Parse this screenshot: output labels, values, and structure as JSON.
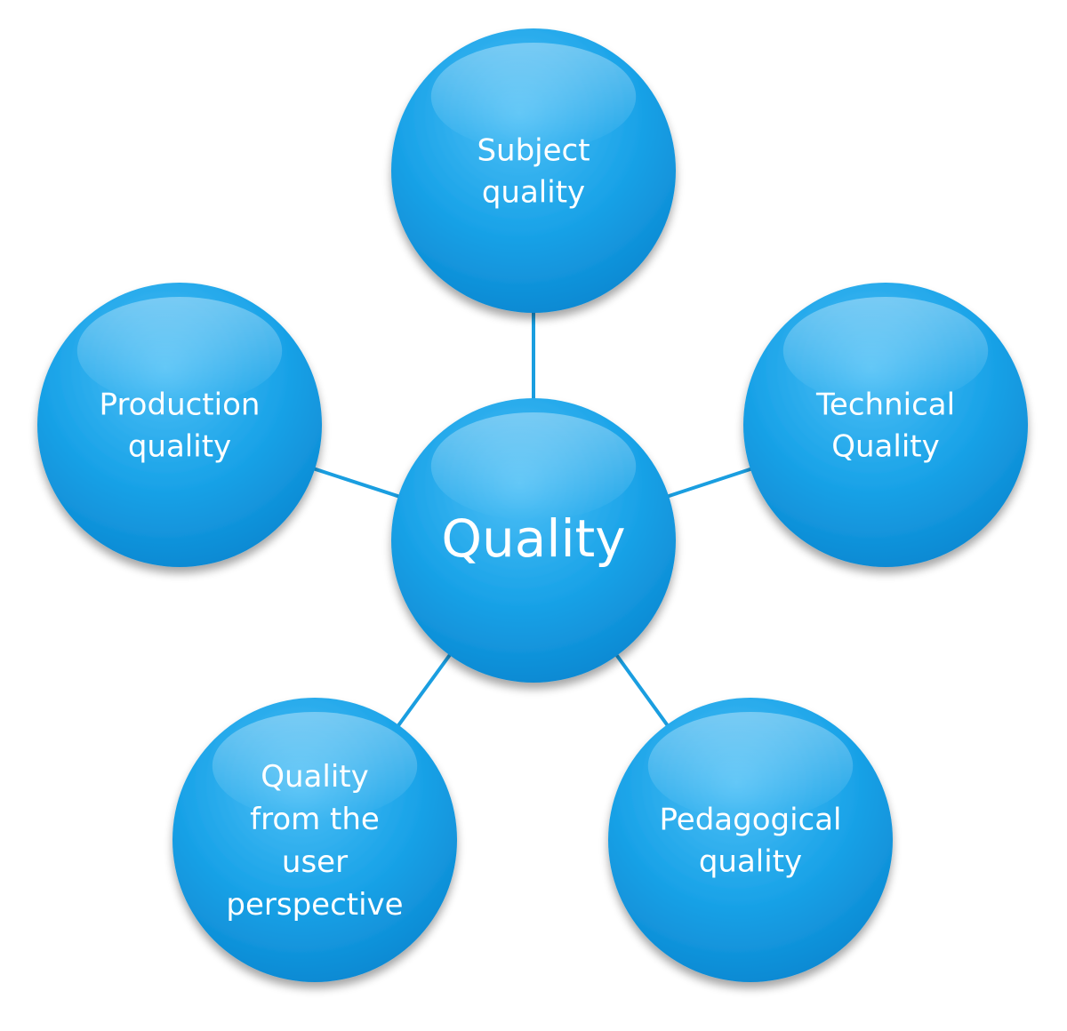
{
  "colors": {
    "circle_fill": "#1aa3e8",
    "circle_fill_light": "#53c3f7",
    "circle_fill_dark": "#0b86cf",
    "connector": "#1a9ee0",
    "text": "#ffffff"
  },
  "diagram": {
    "center": {
      "lines": [
        "Quality"
      ]
    },
    "nodes": [
      {
        "id": "subject",
        "lines": [
          "Subject",
          "quality"
        ]
      },
      {
        "id": "technical",
        "lines": [
          "Technical",
          "Quality"
        ]
      },
      {
        "id": "pedagogical",
        "lines": [
          "Pedagogical",
          "quality"
        ]
      },
      {
        "id": "user",
        "lines": [
          "Quality",
          "from the",
          "user",
          "perspective"
        ]
      },
      {
        "id": "production",
        "lines": [
          "Production",
          "quality"
        ]
      }
    ]
  }
}
